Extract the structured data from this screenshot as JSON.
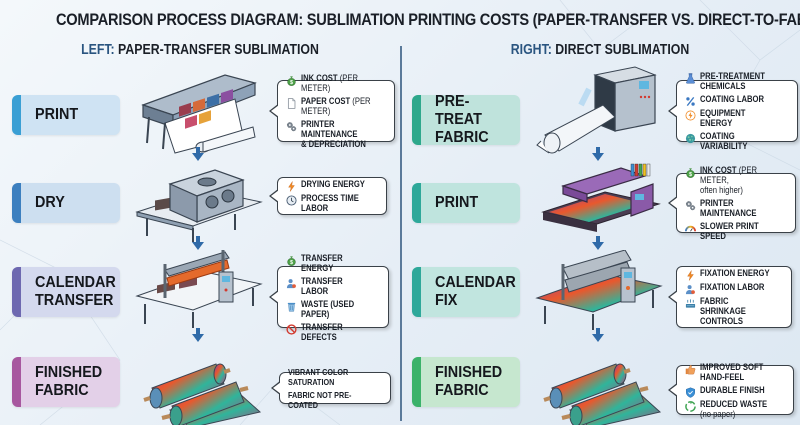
{
  "title": "COMPARISON PROCESS DIAGRAM: SUBLIMATION PRINTING COSTS (PAPER-TRANSFER VS. DIRECT-TO-FABRIC)",
  "left": {
    "header_prefix": "LEFT:",
    "header_text": "PAPER-TRANSFER SUBLIMATION",
    "steps": [
      {
        "label": "PRINT",
        "accent": "#3a9fd4",
        "bg": "#cfe3f3",
        "illustration": "wide-format-printer",
        "costs": [
          {
            "icon": "money-bag-icon",
            "text": "INK COST",
            "note": "(PER METER)"
          },
          {
            "icon": "paper-icon",
            "text": "PAPER COST",
            "note": "(PER METER)"
          },
          {
            "icon": "gears-icon",
            "text": "PRINTER MAINTENANCE\n& DEPRECIATION",
            "note": ""
          }
        ]
      },
      {
        "label": "DRY",
        "accent": "#3c7fbf",
        "bg": "#cddff0",
        "illustration": "conveyor-dryer",
        "costs": [
          {
            "icon": "lightning-icon",
            "text": "DRYING ENERGY",
            "note": ""
          },
          {
            "icon": "clock-icon",
            "text": "PROCESS TIME LABOR",
            "note": ""
          }
        ]
      },
      {
        "label": "CALENDAR\nTRANSFER",
        "accent": "#6d68b0",
        "bg": "#d4d9ee",
        "illustration": "calendar-heat-press",
        "costs": [
          {
            "icon": "money-bag-icon",
            "text": "TRANSFER ENERGY",
            "note": ""
          },
          {
            "icon": "worker-icon",
            "text": "TRANSFER LABOR",
            "note": ""
          },
          {
            "icon": "trash-icon",
            "text": "WASTE (USED PAPER)",
            "note": ""
          },
          {
            "icon": "prohibited-icon",
            "text": "TRANSFER DEFECTS",
            "note": ""
          }
        ]
      },
      {
        "label": "FINISHED\nFABRIC",
        "accent": "#a7579f",
        "bg": "#e3d0e8",
        "illustration": "fabric-rolls",
        "costs": [
          {
            "icon": "",
            "text": "VIBRANT COLOR SATURATION",
            "note": ""
          },
          {
            "icon": "",
            "text": "FABRIC NOT PRE-COATED",
            "note": ""
          }
        ]
      }
    ]
  },
  "right": {
    "header_prefix": "RIGHT:",
    "header_text": "DIRECT SUBLIMATION",
    "steps": [
      {
        "label": "PRE-TREAT\nFABRIC",
        "accent": "#2ea88c",
        "bg": "#bfe3dc",
        "illustration": "coating-machine",
        "costs": [
          {
            "icon": "flask-icon",
            "text": "PRE-TREATMENT CHEMICALS",
            "note": ""
          },
          {
            "icon": "percent-icon",
            "text": "COATING LABOR",
            "note": ""
          },
          {
            "icon": "energy-icon",
            "text": "EQUIPMENT ENERGY",
            "note": ""
          },
          {
            "icon": "bacteria-icon",
            "text": "COATING VARIABILITY",
            "note": ""
          }
        ]
      },
      {
        "label": "PRINT",
        "accent": "#2ea89a",
        "bg": "#bfe4de",
        "illustration": "direct-fabric-printer",
        "costs": [
          {
            "icon": "money-bag-icon",
            "text": "INK COST",
            "note": "(PER METER,\noften higher)"
          },
          {
            "icon": "gears-icon",
            "text": "PRINTER MAINTENANCE",
            "note": ""
          },
          {
            "icon": "speedometer-icon",
            "text": "SLOWER PRINT SPEED",
            "note": ""
          }
        ]
      },
      {
        "label": "CALENDAR\nFIX",
        "accent": "#2ea89a",
        "bg": "#c1e5df",
        "illustration": "calendar-fixation",
        "costs": [
          {
            "icon": "lightning-icon",
            "text": "FIXATION ENERGY",
            "note": ""
          },
          {
            "icon": "worker-icon",
            "text": "FIXATION LABOR",
            "note": ""
          },
          {
            "icon": "shrink-icon",
            "text": "FABRIC SHRINKAGE\nCONTROLS",
            "note": ""
          }
        ]
      },
      {
        "label": "FINISHED\nFABRIC",
        "accent": "#3bb26a",
        "bg": "#c6e7cf",
        "illustration": "fabric-rolls",
        "costs": [
          {
            "icon": "thumbs-up-icon",
            "text": "IMPROVED SOFT HAND-FEEL",
            "note": ""
          },
          {
            "icon": "shield-icon",
            "text": "DURABLE FINISH",
            "note": ""
          },
          {
            "icon": "recycle-icon",
            "text": "REDUCED WASTE",
            "note": "(no paper)"
          }
        ]
      }
    ]
  }
}
